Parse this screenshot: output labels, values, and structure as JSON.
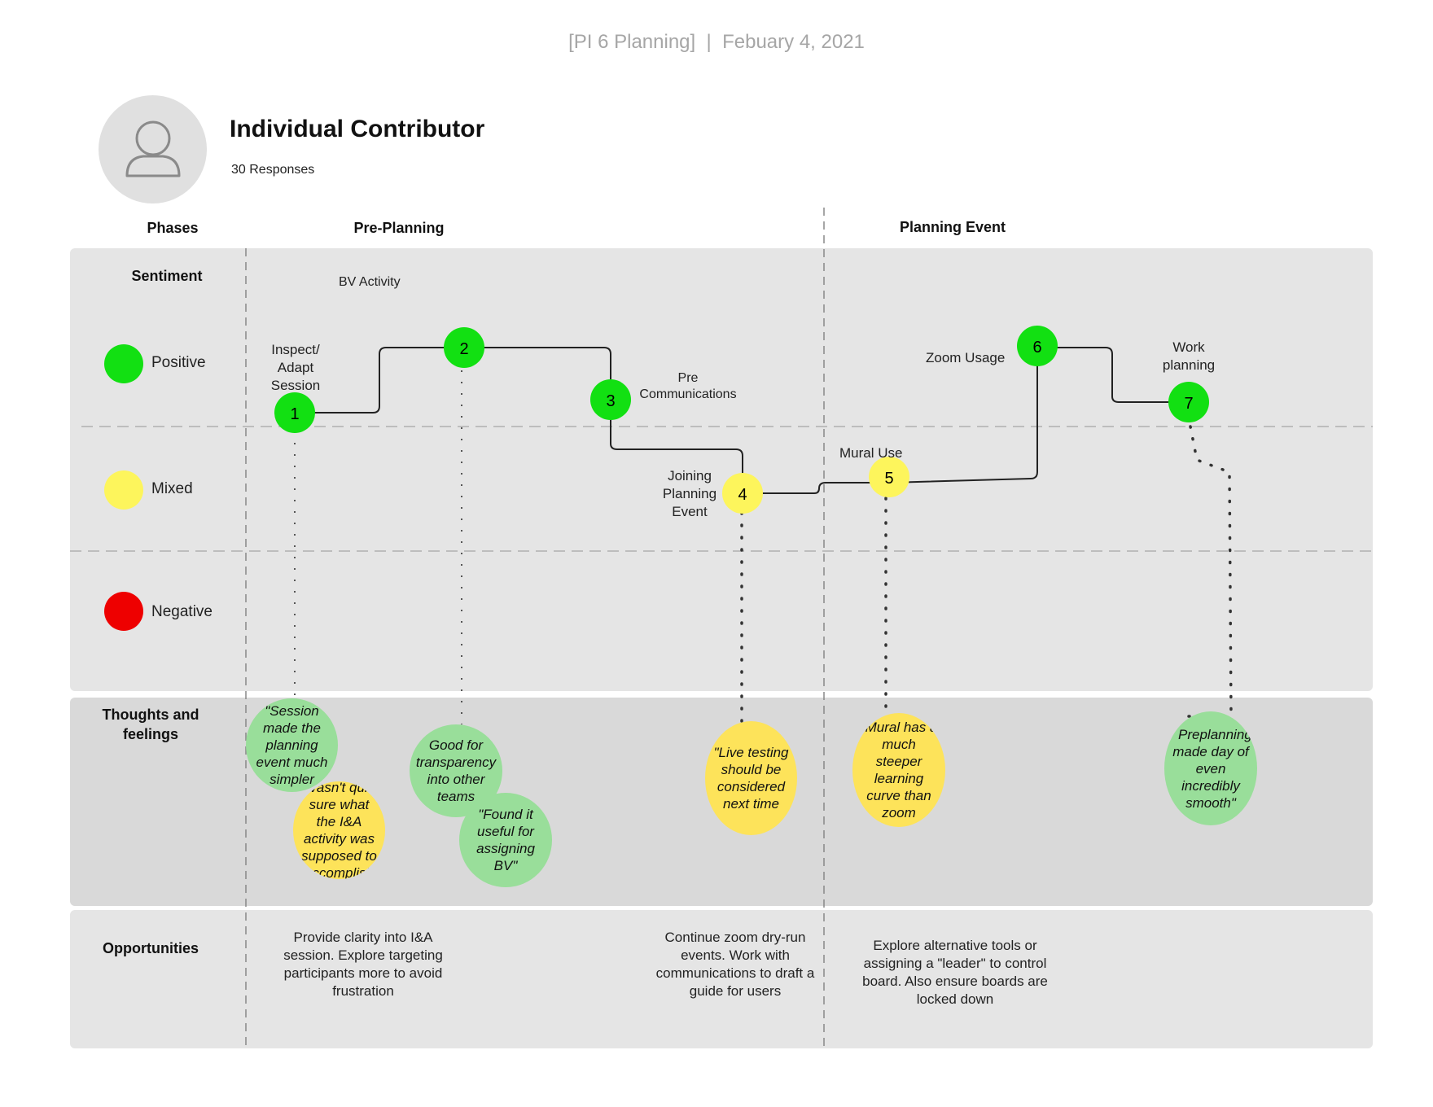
{
  "header": {
    "title": "[PI 6 Planning]  |  Febuary 4, 2021"
  },
  "persona": {
    "name": "Individual Contributor",
    "responses": "30 Responses",
    "avatar_icon": "user-icon"
  },
  "columns": {
    "phases": "Phases",
    "pre_planning": "Pre-Planning",
    "planning_event": "Planning Event"
  },
  "rows": {
    "sentiment": "Sentiment",
    "thoughts": "Thoughts and feelings",
    "opportunities": "Opportunities"
  },
  "legend": [
    {
      "label": "Positive",
      "color": "#12e012"
    },
    {
      "label": "Mixed",
      "color": "#fdf55c"
    },
    {
      "label": "Negative",
      "color": "#ee0000"
    }
  ],
  "annotations": {
    "bv_activity": "BV Activity"
  },
  "steps": [
    {
      "number": "1",
      "label": "Inspect/ Adapt Session",
      "sentiment": "Positive"
    },
    {
      "number": "2",
      "label": "",
      "sentiment": "Positive"
    },
    {
      "number": "3",
      "label": "Pre Communications",
      "sentiment": "Positive"
    },
    {
      "number": "4",
      "label": "Joining Planning Event",
      "sentiment": "Mixed"
    },
    {
      "number": "5",
      "label": "Mural Use",
      "sentiment": "Mixed"
    },
    {
      "number": "6",
      "label": "Zoom Usage",
      "sentiment": "Positive"
    },
    {
      "number": "7",
      "label": "Work planning",
      "sentiment": "Positive"
    }
  ],
  "thoughts": [
    {
      "text": "\"Session made the planning event much simpler",
      "sentiment": "positive"
    },
    {
      "text": "\"Wasn't quite sure what the I&A activity was supposed to accomplish",
      "sentiment": "mixed"
    },
    {
      "text": "Good for transparency into other teams",
      "sentiment": "positive"
    },
    {
      "text": "\"Found it useful for assigning BV\"",
      "sentiment": "positive"
    },
    {
      "text": "\"Live testing should be considered next time",
      "sentiment": "mixed"
    },
    {
      "text": "\"Mural has a much steeper learning curve than zoom",
      "sentiment": "mixed"
    },
    {
      "text": "\" Preplanning made day of even incredibly smooth\"",
      "sentiment": "positive"
    }
  ],
  "opportunities": [
    "Provide clarity into I&A session. Explore targeting participants more to avoid frustration",
    "Continue zoom dry-run events. Work with communications to draft a guide for users",
    "Explore alternative tools or assigning a \"leader\" to control board. Also ensure boards are locked down"
  ],
  "colors": {
    "positive": "#12e012",
    "mixed": "#fdf55c",
    "negative": "#ee0000",
    "bubble_positive": "#99de9a",
    "bubble_mixed": "#fde35a"
  }
}
